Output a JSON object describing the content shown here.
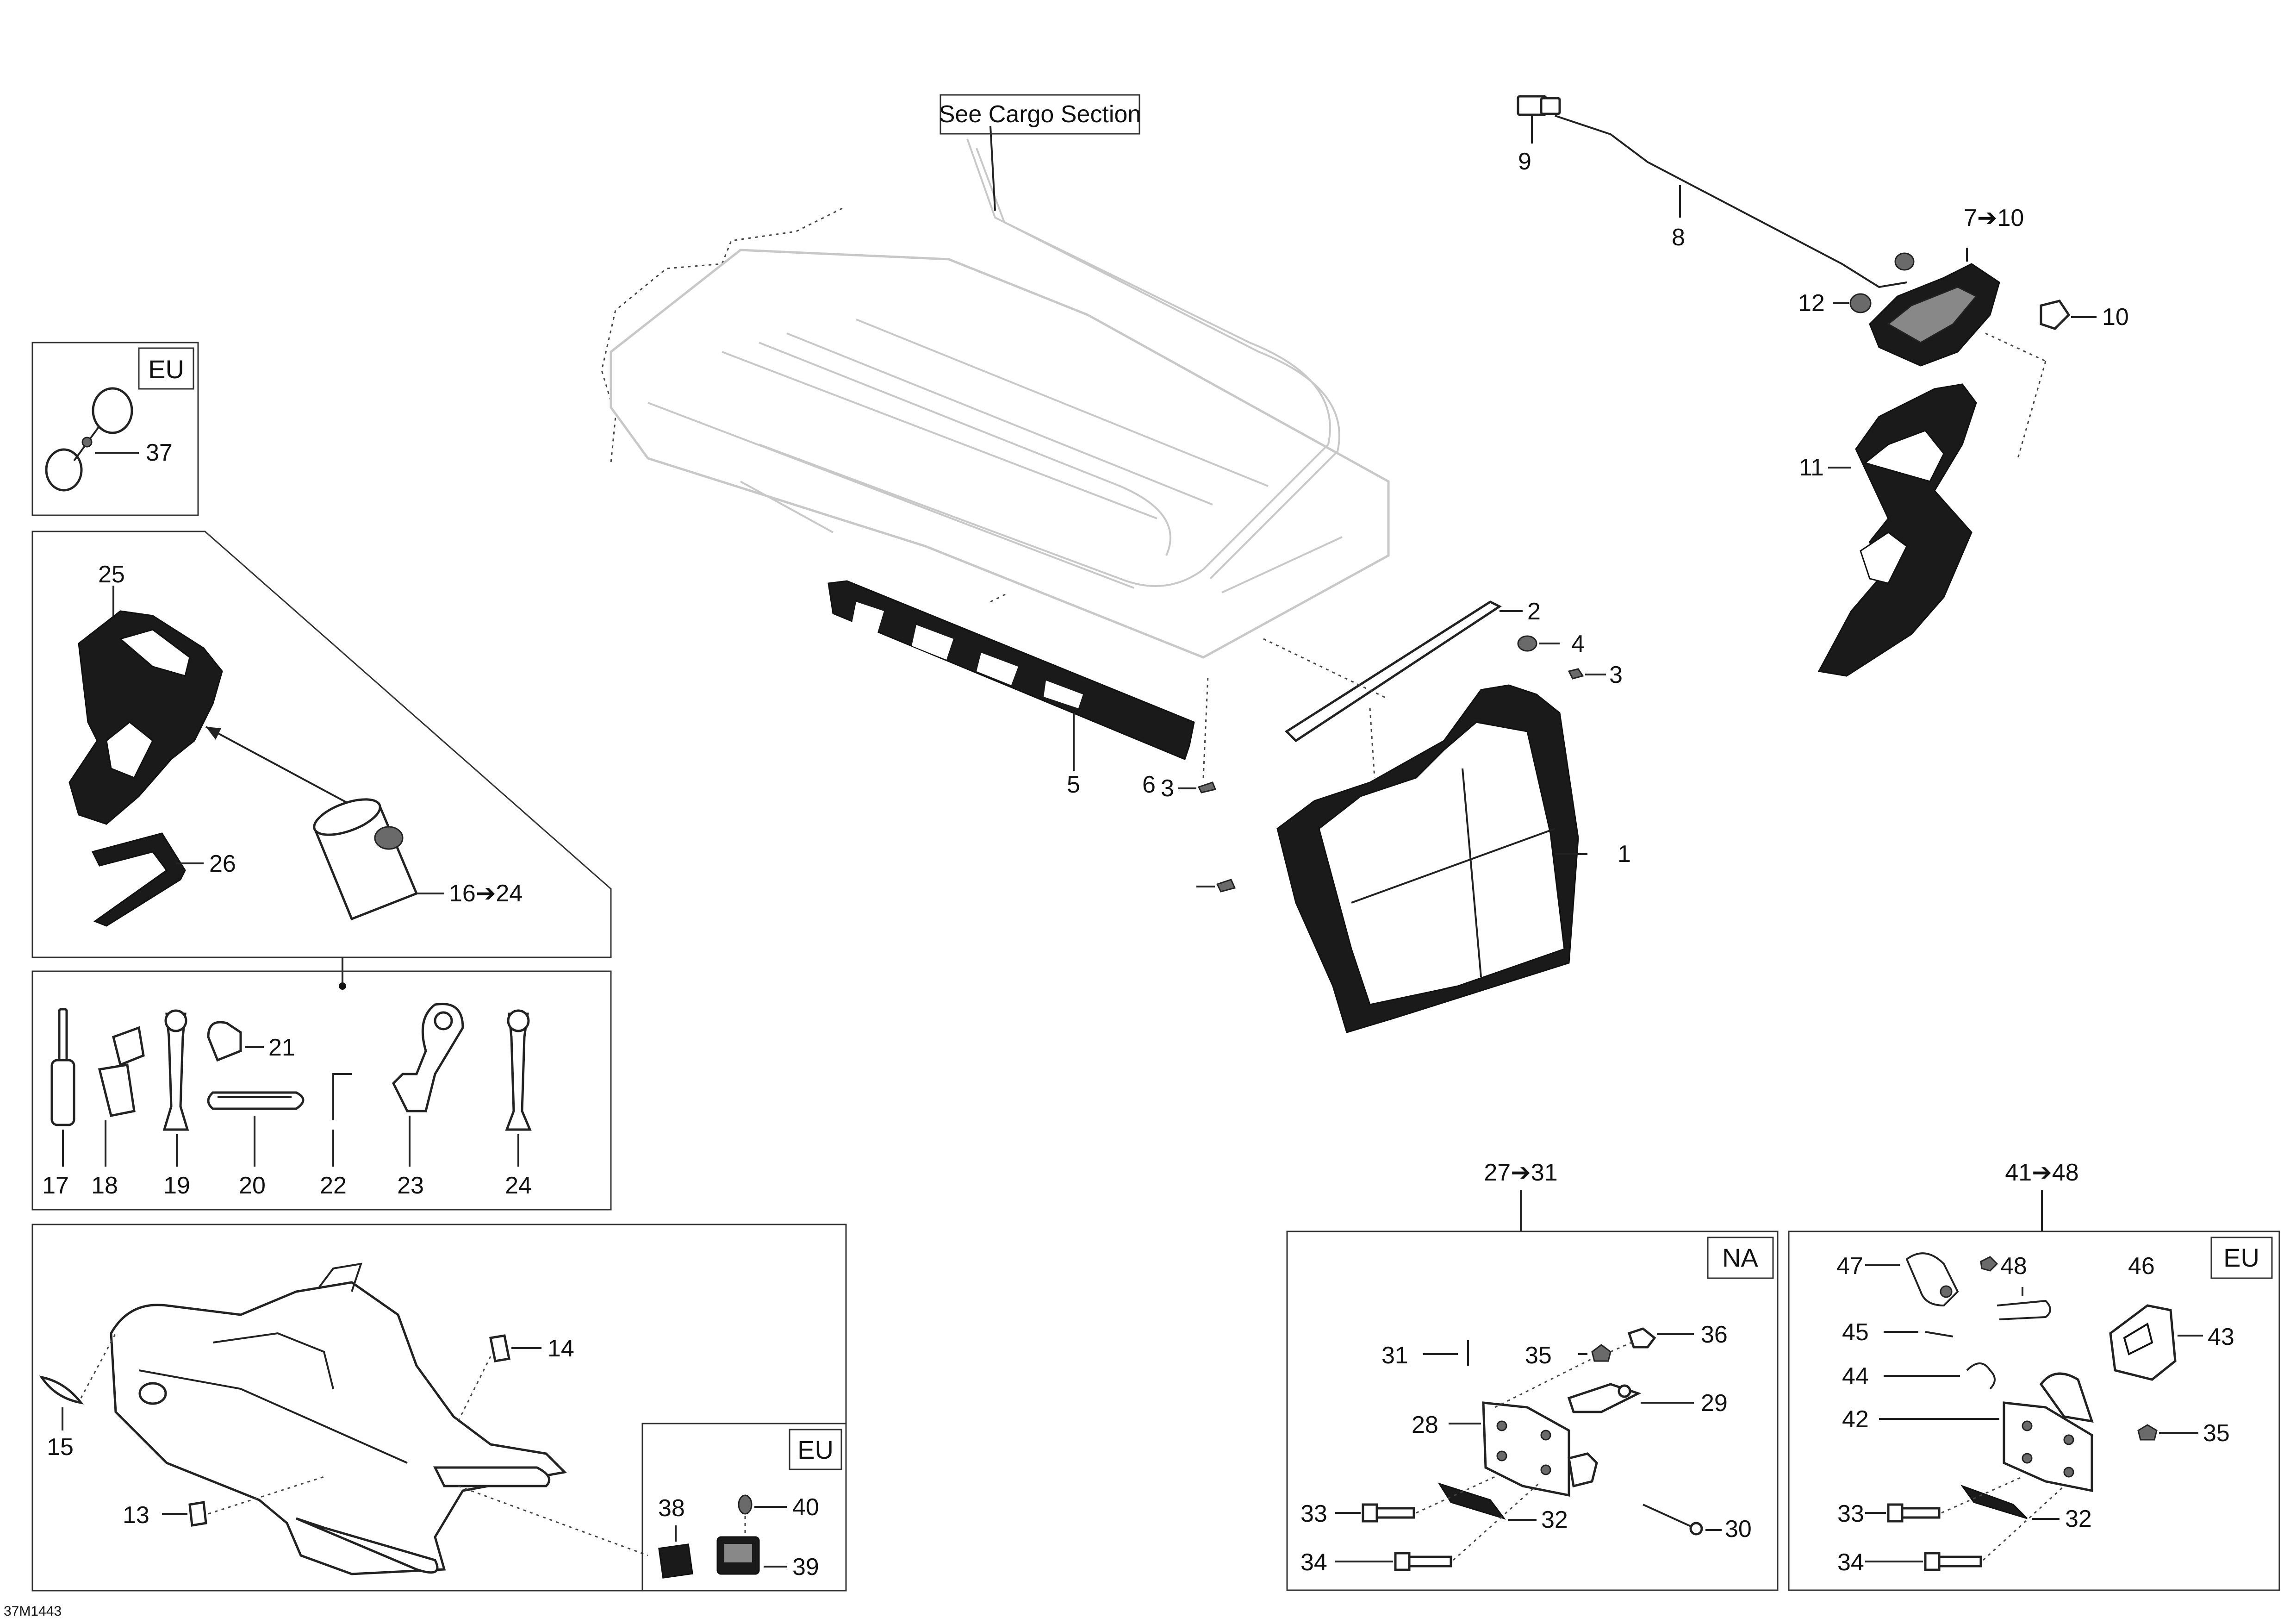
{
  "see_cargo_section": "See Cargo Section",
  "region_tags": {
    "eu": "EU",
    "na": "NA"
  },
  "drawing_ref": "37M1443",
  "callouts": {
    "c1": "1",
    "c2": "2",
    "c3a": "3",
    "c3b": "3",
    "c4": "4",
    "c5": "5",
    "c6": "6",
    "c7_10": "7➔10",
    "c8": "8",
    "c9": "9",
    "c10": "10",
    "c11": "11",
    "c12": "12",
    "c13": "13",
    "c14": "14",
    "c15": "15",
    "c16_24": "16➔24",
    "c17": "17",
    "c18": "18",
    "c19": "19",
    "c20": "20",
    "c21": "21",
    "c22": "22",
    "c23": "23",
    "c24": "24",
    "c25": "25",
    "c26": "26",
    "c27_31": "27➔31",
    "na28": "28",
    "na29": "29",
    "na30": "30",
    "na31": "31",
    "na32": "32",
    "na33": "33",
    "na34": "34",
    "na35": "35",
    "na36": "36",
    "c37": "37",
    "c38": "38",
    "c39": "39",
    "c40": "40",
    "c41_48": "41➔48",
    "eu32": "32",
    "eu33": "33",
    "eu34": "34",
    "eu35": "35",
    "c42": "42",
    "c43": "43",
    "c44": "44",
    "c45": "45",
    "c46": "46",
    "c47": "47",
    "c48": "48"
  }
}
